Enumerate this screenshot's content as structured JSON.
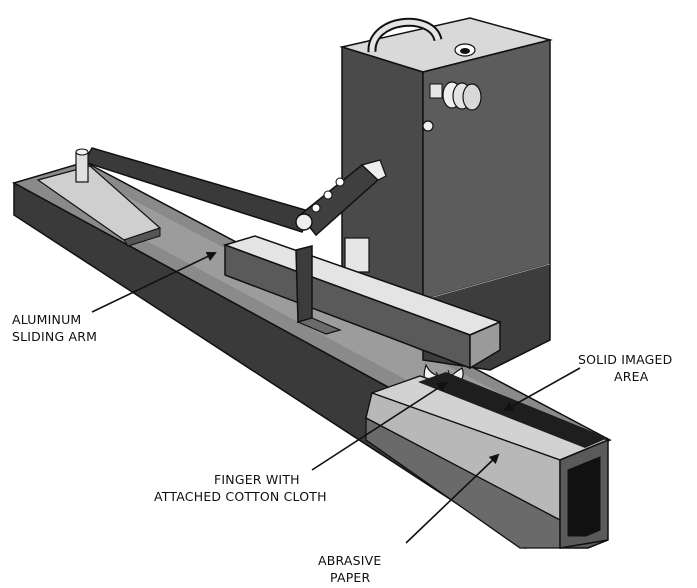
{
  "diagram": {
    "labels": {
      "arm_line1": "ALUMINUM",
      "arm_line2": "SLIDING ARM",
      "solid_line1": "SOLID IMAGED",
      "solid_line2": "AREA",
      "finger_line1": "FINGER WITH",
      "finger_line2": "ATTACHED COTTON CLOTH",
      "paper_line1": "ABRASIVE",
      "paper_line2": "PAPER"
    },
    "colors": {
      "outline": "#111111",
      "dark_metal": "#3a3a3a",
      "mid_metal": "#6b6b6b",
      "light_metal": "#d6d6d6",
      "white_face": "#efefef"
    }
  }
}
